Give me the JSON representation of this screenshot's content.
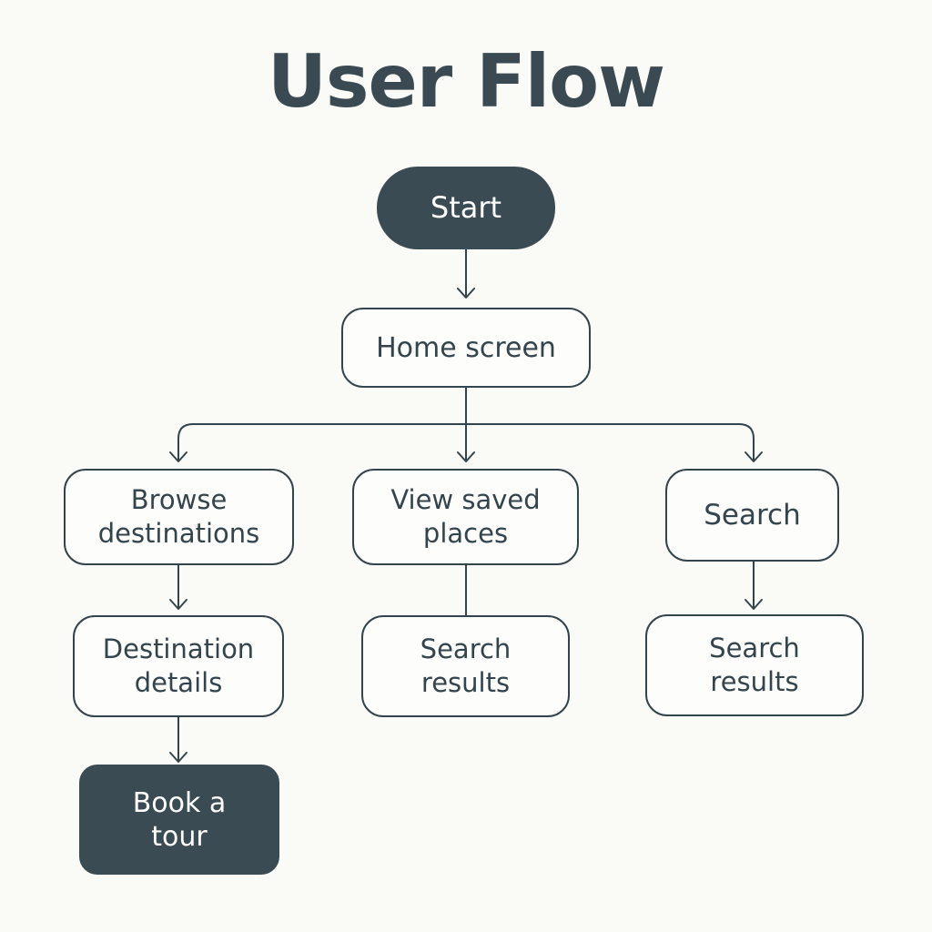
{
  "title": "User Flow",
  "nodes": {
    "start": "Start",
    "home": "Home screen",
    "browse": "Browse destinations",
    "view_saved": "View saved places",
    "search": "Search",
    "destination_details": "Destination details",
    "search_results_middle": "Search results",
    "search_results_right": "Search results",
    "book_tour": "Book a tour"
  },
  "colors": {
    "dark_node": "#3a4b54",
    "stroke": "#33444c",
    "background": "#fafaf7"
  }
}
